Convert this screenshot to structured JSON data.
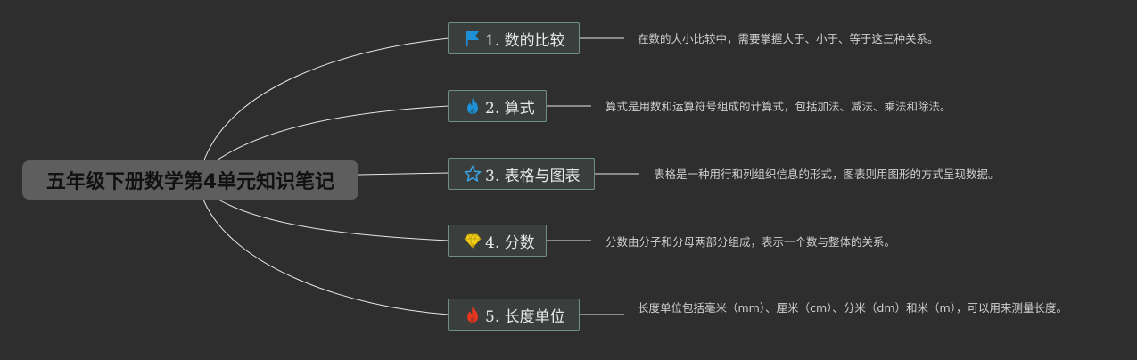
{
  "root": {
    "title": "五年级下册数学第4单元知识笔记"
  },
  "topics": [
    {
      "label": "1. 数的比较",
      "icon": "flag-icon",
      "icon_color": "#1e90d8",
      "note": "在数的大小比较中，需要掌握大于、小于、等于这三种关系。"
    },
    {
      "label": "2. 算式",
      "icon": "flame-icon",
      "icon_color": "#1e90d8",
      "note": "算式是用数和运算符号组成的计算式，包括加法、减法、乘法和除法。"
    },
    {
      "label": "3. 表格与图表",
      "icon": "star-outline-icon",
      "icon_color": "#3aa0e0",
      "note": "表格是一种用行和列组织信息的形式，图表则用图形的方式呈现数据。"
    },
    {
      "label": "4. 分数",
      "icon": "diamond-icon",
      "icon_color": "#f2d21b",
      "note": "分数由分子和分母两部分组成，表示一个数与整体的关系。"
    },
    {
      "label": "5. 长度单位",
      "icon": "flame-icon",
      "icon_color": "#e8351f",
      "note": "长度单位包括毫米（mm）、厘米（cm）、分米（dm）和米（m），可以用来测量长度。"
    }
  ],
  "colors": {
    "background": "#2e2e2e",
    "root_fill": "#5e5e5e",
    "topic_border": "#6d8f86",
    "connector": "#e6e6e6"
  }
}
